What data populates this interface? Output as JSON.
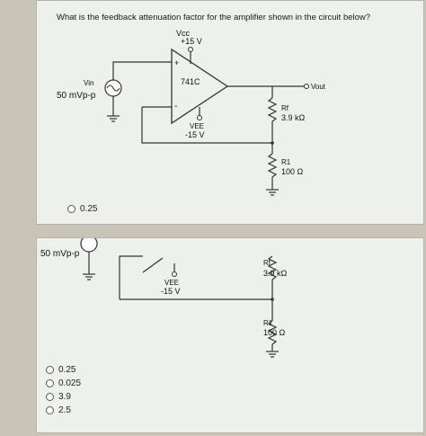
{
  "question": {
    "text": "What is the feedback attenuation factor for the amplifier shown in the circuit below?"
  },
  "circuit1": {
    "vcc_label": "Vcc",
    "vcc_value": "+15 V",
    "opamp_label": "741C",
    "plus_sign": "+",
    "minus_sign": "-",
    "vin_label": "Vin",
    "source_value": "50 mVp-p",
    "vee_label": "VEE",
    "vee_value": "-15 V",
    "vout_label": "Vout",
    "rf_label": "Rf",
    "rf_value": "3.9 kΩ",
    "r1_label": "R1",
    "r1_value": "100 Ω"
  },
  "options_top": [
    {
      "label": "0.25"
    }
  ],
  "circuit2": {
    "source_value": "50 mVp-p",
    "vee_label": "VEE",
    "vee_value": "-15 V",
    "rf_label": "Rf",
    "rf_value": "3.9 kΩ",
    "r1_label": "R1",
    "r1_value": "100 Ω"
  },
  "options": [
    {
      "label": "0.25"
    },
    {
      "label": "0.025"
    },
    {
      "label": "3.9"
    },
    {
      "label": "2.5"
    }
  ]
}
